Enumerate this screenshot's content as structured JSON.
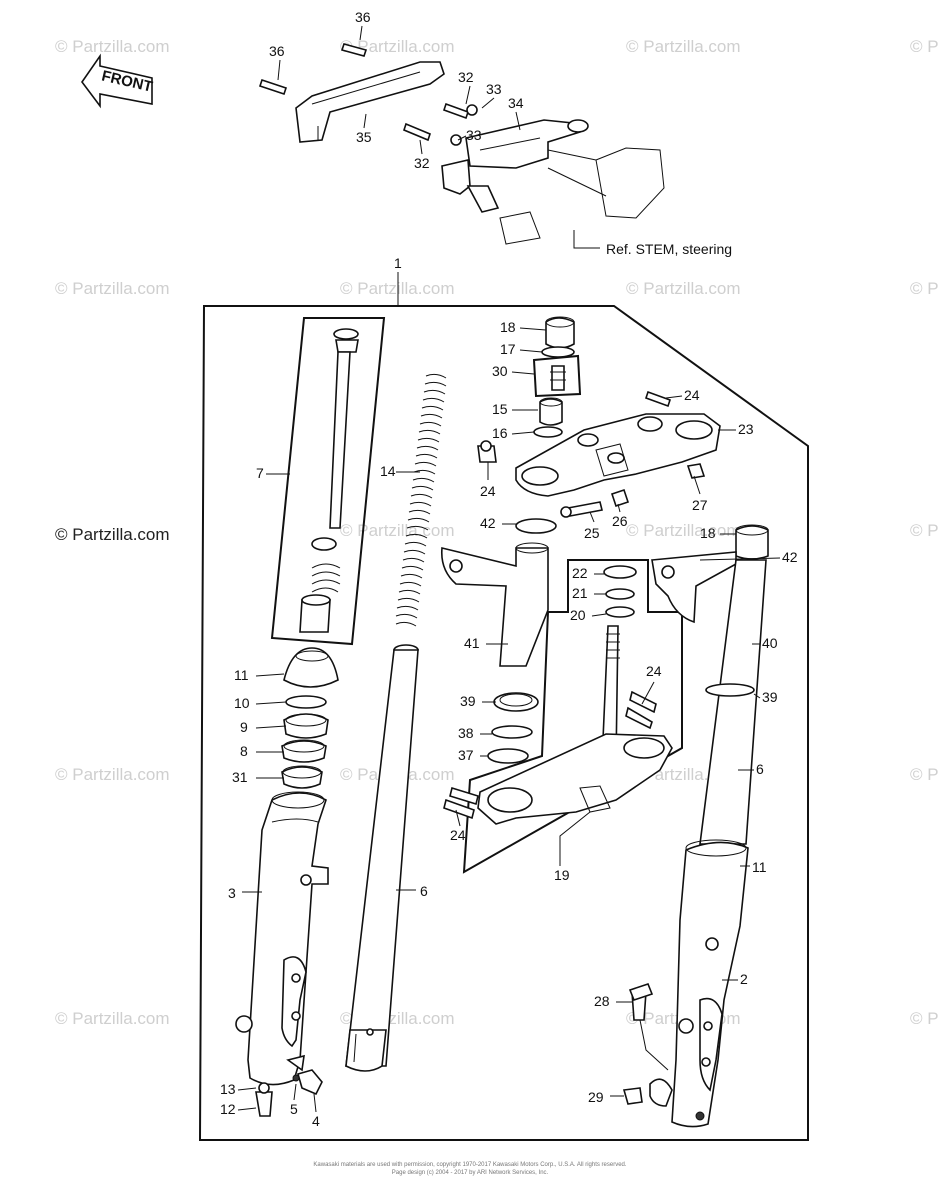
{
  "watermark": "© Partzilla.com",
  "watermark_main": "© Partzilla.com",
  "front_arrow": "FRONT",
  "reference_note": "Ref.   STEM, steering",
  "footer": {
    "line1": "Kawasaki materials are used with permission, copyright 1970-2017 Kawasaki Motors Corp., U.S.A. All rights reserved.",
    "line2": "Page design (c) 2004 - 2017 by ARI Network Services, Inc."
  },
  "callouts": {
    "c36a": "36",
    "c36b": "36",
    "c35": "35",
    "c32a": "32",
    "c33a": "33",
    "c34": "34",
    "c33b": "33",
    "c32b": "32",
    "c1": "1",
    "c18a": "18",
    "c17": "17",
    "c30": "30",
    "c15": "15",
    "c16": "16",
    "c24a": "24",
    "c23": "23",
    "c24b": "24",
    "c27": "27",
    "c25": "25",
    "c26": "26",
    "c7": "7",
    "c14": "14",
    "c42a": "42",
    "c18b": "18",
    "c42b": "42",
    "c22": "22",
    "c21": "21",
    "c20": "20",
    "c40": "40",
    "c41": "41",
    "c24c": "24",
    "c39a": "39",
    "c39b": "39",
    "c11a": "11",
    "c10": "10",
    "c9": "9",
    "c8": "8",
    "c31": "31",
    "c38": "38",
    "c37": "37",
    "c6a": "6",
    "c24d": "24",
    "c19": "19",
    "c3": "3",
    "c6b": "6",
    "c11b": "11",
    "c2": "2",
    "c28": "28",
    "c13": "13",
    "c12": "12",
    "c5": "5",
    "c4": "4",
    "c29": "29"
  }
}
